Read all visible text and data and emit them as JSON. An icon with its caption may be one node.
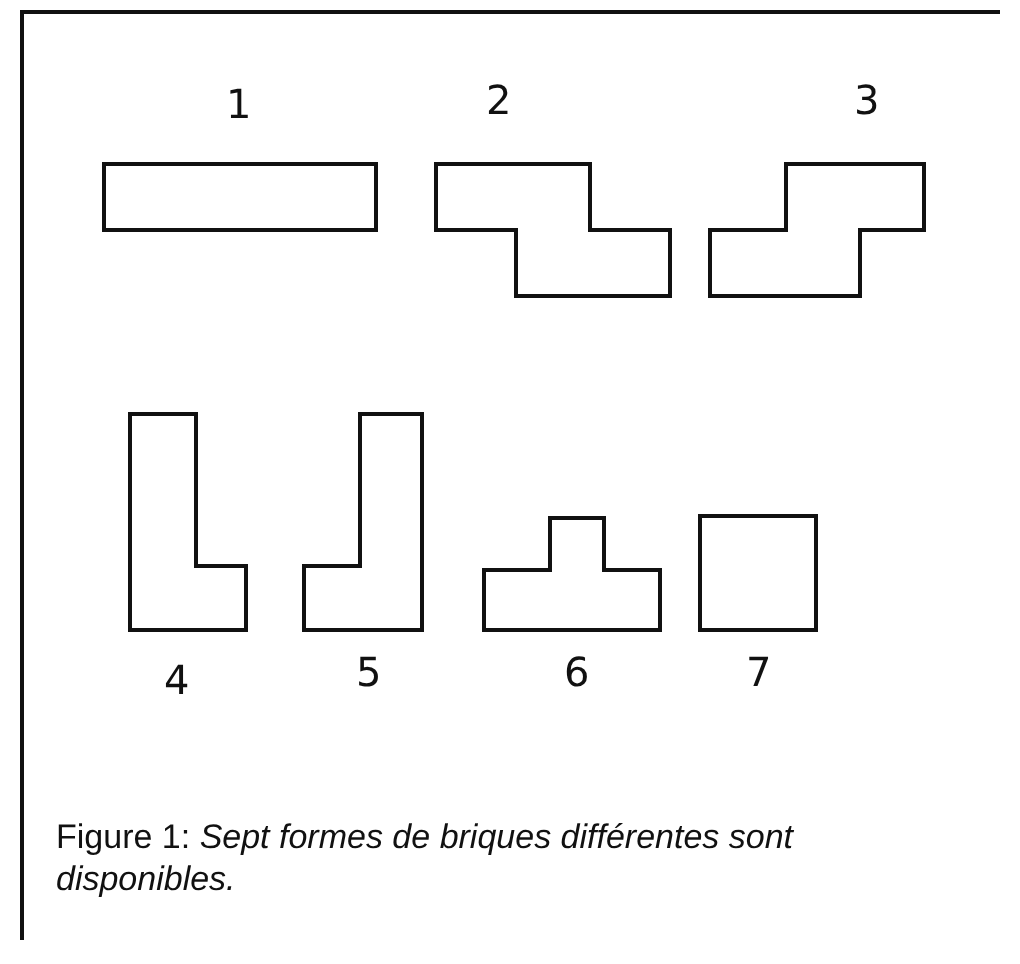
{
  "diagram": {
    "caption": "Figure 1: *Sept formes de briques différentes sont disponibles.*",
    "nodes": [
      {
        "text": [],
        "shape": "box",
        "beside": [
          "1"
        ]
      },
      {
        "text": [],
        "shape": "polygon",
        "beside": [
          "2"
        ]
      },
      {
        "text": [],
        "shape": "polygon",
        "beside": [
          "3"
        ]
      },
      {
        "text": [],
        "shape": "polygon",
        "beside": [
          "4"
        ]
      },
      {
        "text": [],
        "shape": "polygon",
        "beside": [
          "5"
        ]
      },
      {
        "text": [],
        "shape": "polygon",
        "beside": [
          "6"
        ]
      },
      {
        "text": [],
        "shape": "box",
        "beside": [
          "7"
        ]
      }
    ]
  }
}
